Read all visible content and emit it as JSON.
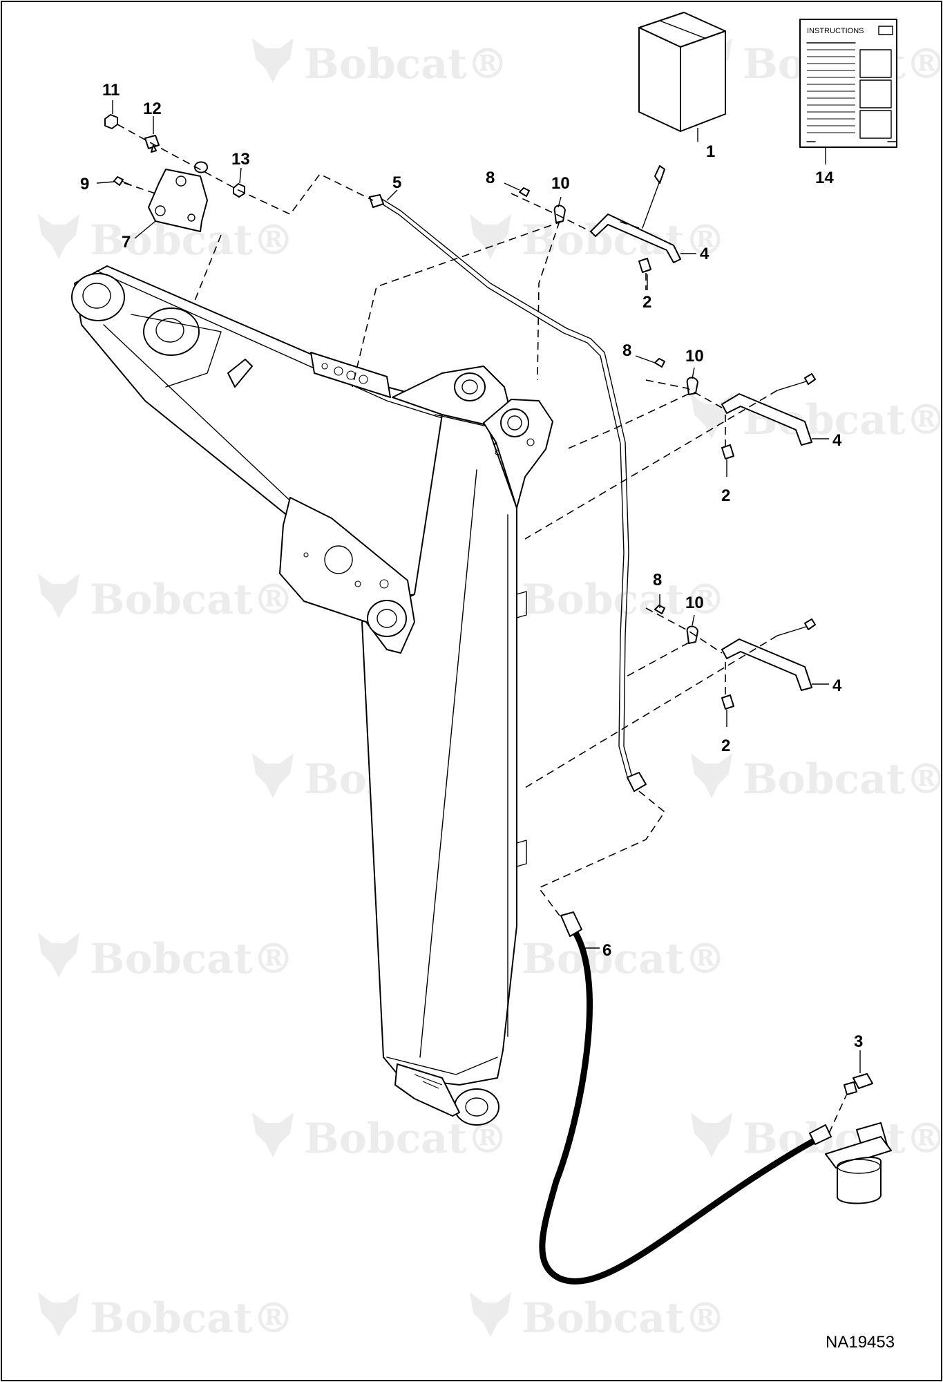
{
  "watermark": {
    "brand": "Bobcat",
    "registered_mark": "®"
  },
  "document_id": "NA19453",
  "instructions_sheet": {
    "title": "INSTRUCTIONS"
  },
  "callouts": [
    {
      "id": "c1",
      "label": "1"
    },
    {
      "id": "c2a",
      "label": "2"
    },
    {
      "id": "c2b",
      "label": "2"
    },
    {
      "id": "c2c",
      "label": "2"
    },
    {
      "id": "c3",
      "label": "3"
    },
    {
      "id": "c4a",
      "label": "4"
    },
    {
      "id": "c4b",
      "label": "4"
    },
    {
      "id": "c4c",
      "label": "4"
    },
    {
      "id": "c5",
      "label": "5"
    },
    {
      "id": "c6",
      "label": "6"
    },
    {
      "id": "c7",
      "label": "7"
    },
    {
      "id": "c8a",
      "label": "8"
    },
    {
      "id": "c8b",
      "label": "8"
    },
    {
      "id": "c8c",
      "label": "8"
    },
    {
      "id": "c9",
      "label": "9"
    },
    {
      "id": "c10a",
      "label": "10"
    },
    {
      "id": "c10b",
      "label": "10"
    },
    {
      "id": "c10c",
      "label": "10"
    },
    {
      "id": "c11",
      "label": "11"
    },
    {
      "id": "c12",
      "label": "12"
    },
    {
      "id": "c13",
      "label": "13"
    },
    {
      "id": "c14",
      "label": "14"
    }
  ]
}
